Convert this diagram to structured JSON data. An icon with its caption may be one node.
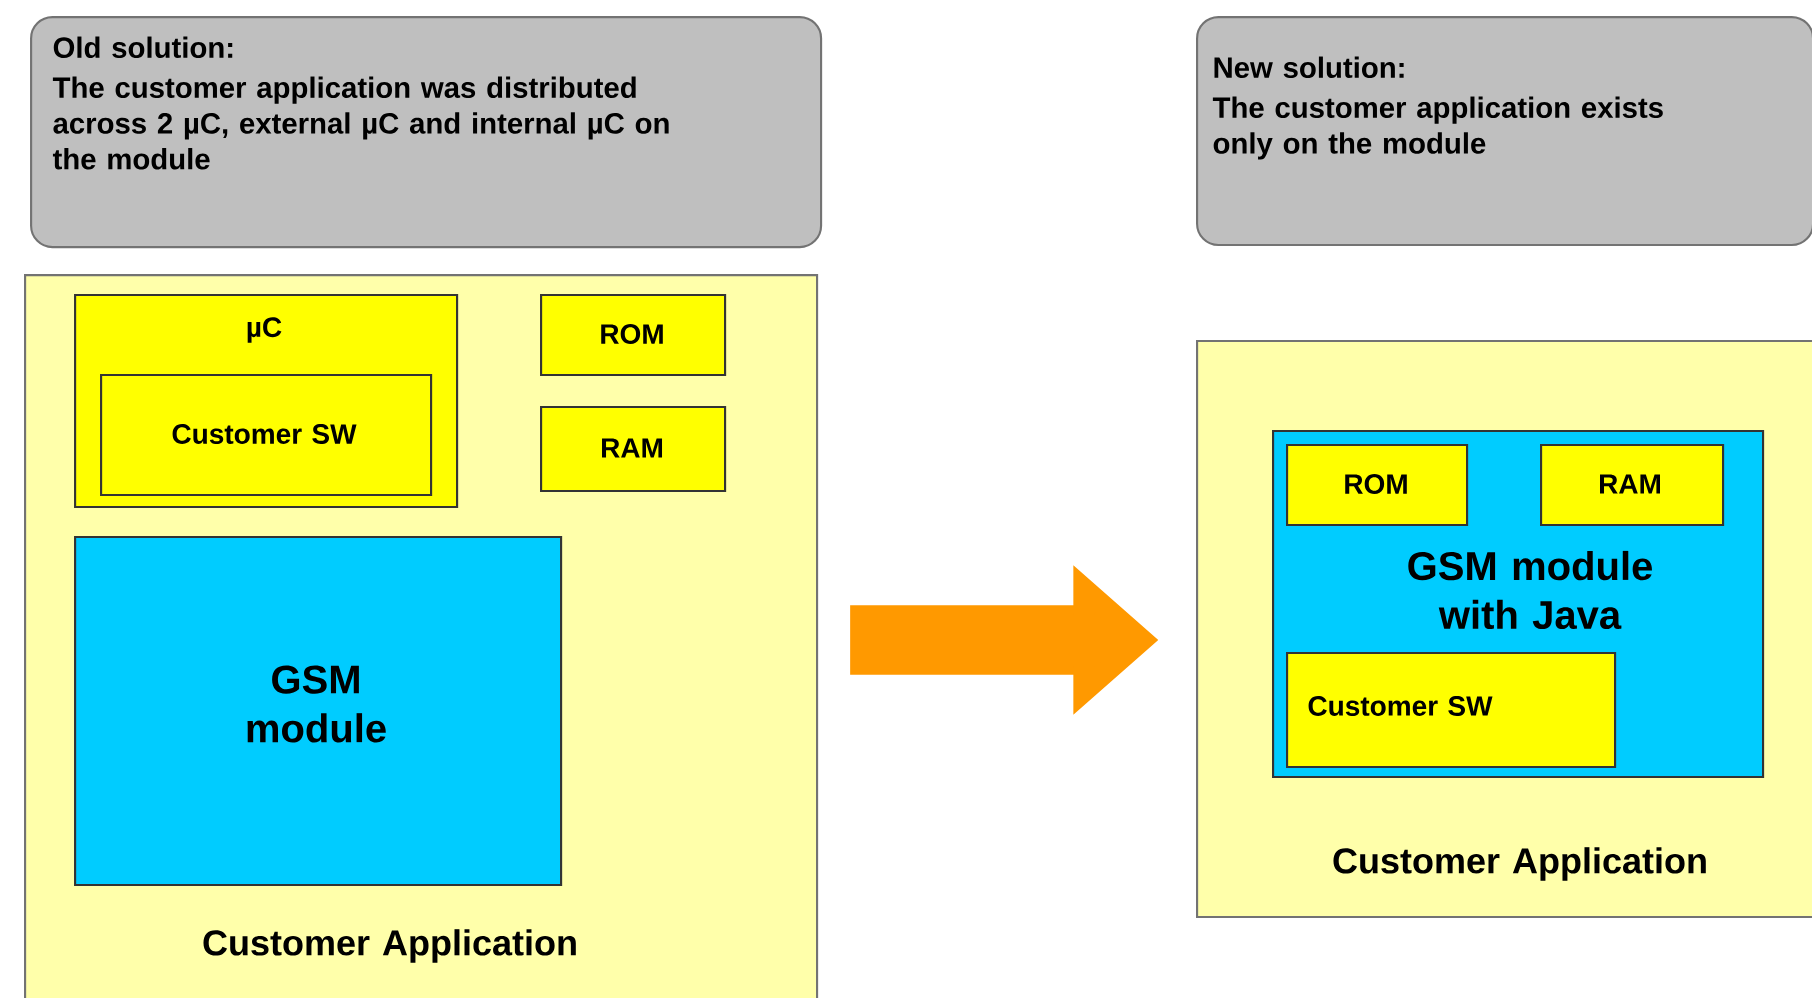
{
  "diagram": {
    "nodes": [
      {
        "text": [
          "Old solution:",
          "The customer application was distributed across 2 µC, external µC and internal µC on the module"
        ]
      },
      {
        "text": [
          "Customer Application"
        ]
      },
      {
        "text": [
          "µC"
        ],
        "in": 1
      },
      {
        "text": [
          "Customer SW"
        ],
        "in": 2
      },
      {
        "text": [
          "ROM"
        ],
        "in": 1
      },
      {
        "text": [
          "RAM"
        ],
        "in": 1
      },
      {
        "text": [
          "GSM module"
        ],
        "in": 1
      },
      {
        "text": [
          "New solution:",
          "The customer application exists only on the module"
        ]
      },
      {
        "text": [
          "Customer Application"
        ]
      },
      {
        "text": [
          "GSM module with Java"
        ],
        "in": 8
      },
      {
        "text": [
          "ROM"
        ],
        "in": 9
      },
      {
        "text": [
          "RAM"
        ],
        "in": 9
      },
      {
        "text": [
          "Customer SW"
        ],
        "in": 9
      }
    ],
    "edges": [
      {
        "from": 1,
        "to": 8,
        "arrow": "to",
        "color": "#ff9900"
      }
    ]
  }
}
